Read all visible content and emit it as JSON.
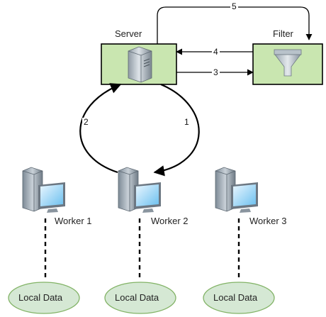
{
  "nodes": {
    "server": {
      "label": "Server",
      "icon": "server-icon"
    },
    "filter": {
      "label": "Filter",
      "icon": "funnel-icon"
    },
    "workers": [
      {
        "label": "Worker 1",
        "icon": "workstation-icon"
      },
      {
        "label": "Worker 2",
        "icon": "workstation-icon"
      },
      {
        "label": "Worker 3",
        "icon": "workstation-icon"
      }
    ],
    "local_data": [
      {
        "label": "Local Data"
      },
      {
        "label": "Local Data"
      },
      {
        "label": "Local Data"
      }
    ]
  },
  "edges": [
    {
      "label": "1",
      "from": "Server",
      "to": "Worker 2"
    },
    {
      "label": "2",
      "from": "Worker 2",
      "to": "Server"
    },
    {
      "label": "3",
      "from": "Server",
      "to": "Filter"
    },
    {
      "label": "4",
      "from": "Filter",
      "to": "Server"
    },
    {
      "label": "5",
      "from": "Server",
      "to": "Filter"
    }
  ],
  "colors": {
    "box_fill": "#c9e6b0",
    "ellipse_fill": "#d5e8d4",
    "ellipse_stroke": "#82b366",
    "stroke": "#000000"
  }
}
